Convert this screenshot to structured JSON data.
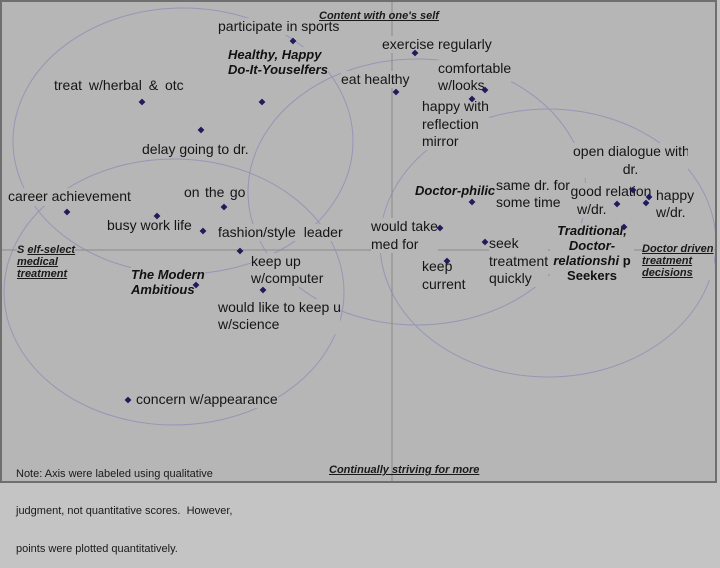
{
  "chart_data": {
    "type": "scatter",
    "title": "",
    "subtitle": "",
    "xlabel": "",
    "ylabel": "",
    "xlim": [
      -3.9,
      3.24
    ],
    "ylim": [
      -2.32,
      2.48
    ],
    "grid": false,
    "ticks": "none",
    "legend": "none",
    "axis_labels": {
      "top": "Content with one's self",
      "bottom": "Continually striving for more",
      "left": [
        [
          "S",
          "elf-select"
        ],
        "medical",
        "treatment"
      ],
      "right": [
        "Doctor driven",
        "treatment",
        "decisions"
      ]
    },
    "points": [
      {
        "label_lines": [
          "participate in sports"
        ],
        "x": -0.99,
        "y": 2.09,
        "kind": "attribute"
      },
      {
        "label_lines": [
          "exercise regularly"
        ],
        "x": 0.23,
        "y": 1.97,
        "kind": "attribute"
      },
      {
        "label_lines": [
          "eat healthy"
        ],
        "x": 0.04,
        "y": 1.58,
        "kind": "attribute"
      },
      {
        "label_lines": [
          "comfortable",
          "w/looks"
        ],
        "x": 0.93,
        "y": 1.6,
        "kind": "attribute"
      },
      {
        "label_lines": [
          "happy with",
          "reflection",
          "mirror"
        ],
        "x": 0.8,
        "y": 1.51,
        "kind": "attribute"
      },
      {
        "label_lines": [
          "treat w/herbal & otc"
        ],
        "x": -2.5,
        "y": 1.48,
        "kind": "attribute"
      },
      {
        "label_lines": [
          "Healthy, Happy",
          "Do-It-Youselfers"
        ],
        "x": -1.3,
        "y": 1.48,
        "kind": "segment"
      },
      {
        "label_lines": [
          "delay going to dr."
        ],
        "x": -1.91,
        "y": 1.2,
        "kind": "attribute"
      },
      {
        "label_lines": [
          "career achievement"
        ],
        "x": -3.25,
        "y": 0.38,
        "kind": "attribute"
      },
      {
        "label_lines": [
          "on the go"
        ],
        "x": -1.68,
        "y": 0.43,
        "kind": "attribute"
      },
      {
        "label_lines": [
          "busy work life"
        ],
        "x": -2.35,
        "y": 0.34,
        "kind": "attribute"
      },
      {
        "label_lines": [
          "fashion/style leader"
        ],
        "x": -1.89,
        "y": 0.19,
        "kind": "attribute"
      },
      {
        "label_lines": [
          "keep up",
          "w/computer"
        ],
        "x": -1.52,
        "y": -0.01,
        "kind": "attribute"
      },
      {
        "label_lines": [
          "would like to keep up",
          "w/science"
        ],
        "x": -1.29,
        "y": -0.4,
        "kind": "attribute"
      },
      {
        "label_lines": [
          "The Modern",
          "Ambitious"
        ],
        "x": -1.96,
        "y": -0.35,
        "kind": "segment"
      },
      {
        "label_lines": [
          "concern w/appearance"
        ],
        "x": -2.64,
        "y": -1.5,
        "kind": "attribute"
      },
      {
        "label_lines": [
          "would take",
          "med for"
        ],
        "x": 0.48,
        "y": 0.22,
        "kind": "attribute"
      },
      {
        "label_lines": [
          "seek",
          "treatment",
          "quickly"
        ],
        "x": 0.93,
        "y": 0.08,
        "kind": "attribute"
      },
      {
        "label_lines": [
          "keep",
          "current"
        ],
        "x": 0.55,
        "y": -0.11,
        "kind": "attribute"
      },
      {
        "label_lines": [
          "Doctor-philic"
        ],
        "x": 0.8,
        "y": 0.48,
        "kind": "segment"
      },
      {
        "label_lines": [
          "good relation",
          "w/dr."
        ],
        "x": 2.25,
        "y": 0.46,
        "kind": "attribute"
      },
      {
        "label_lines": [
          "open dialogue with",
          "dr."
        ],
        "x": 2.41,
        "y": 0.6,
        "kind": "attribute"
      },
      {
        "label_lines": [
          "happy",
          "w/dr."
        ],
        "x": 2.57,
        "y": 0.53,
        "kind": "attribute"
      },
      {
        "label_lines": [
          "same dr. for",
          "some time"
        ],
        "x": 2.54,
        "y": 0.47,
        "kind": "attribute"
      },
      {
        "label_lines": [
          "Traditional,",
          "Doctor-",
          [
            "relationshi",
            "p"
          ],
          "Seekers"
        ],
        "x": 2.32,
        "y": 0.23,
        "kind": "segment"
      }
    ],
    "clusters": [
      {
        "cx": -2.09,
        "cy": 1.09,
        "rx": 1.7,
        "ry": 1.33
      },
      {
        "cx": -2.18,
        "cy": -0.42,
        "rx": 1.7,
        "ry": 1.33
      },
      {
        "cx": 0.25,
        "cy": 0.58,
        "rx": 1.69,
        "ry": 1.33
      },
      {
        "cx": 1.56,
        "cy": 0.07,
        "rx": 1.68,
        "ry": 1.34
      }
    ],
    "note_lines": [
      "Note: Axis were labeled using qualitative",
      "judgment, not quantitative scores.  However,",
      "points were plotted quantitatively."
    ],
    "colors": {
      "background": "#b6b6b6",
      "point": "#1f1b5c",
      "cluster_outline": "#9696b6",
      "axis": "#8a8a8a",
      "text": "#151515"
    }
  }
}
